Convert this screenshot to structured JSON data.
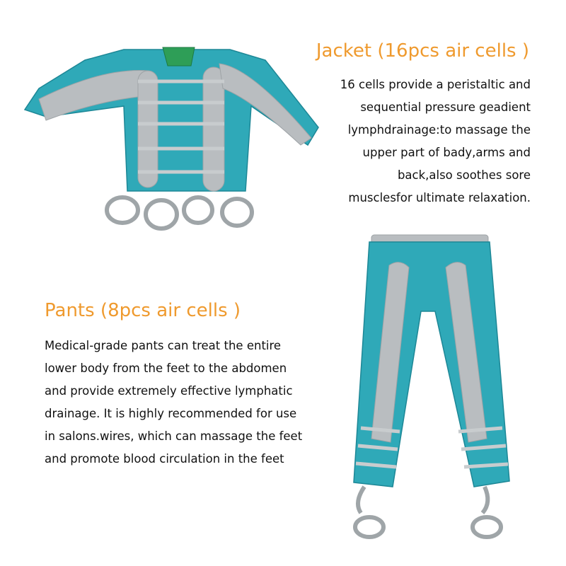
{
  "jacket": {
    "title": "Jacket (16pcs air cells )",
    "description_lines": [
      "16 cells provide a peristaltic and",
      "sequential pressure geadient",
      "lymphdrainage:to massage the",
      "upper part of bady,arms and",
      "back,also soothes sore",
      "musclesfor ultimate relaxation."
    ]
  },
  "pants": {
    "title": "Pants (8pcs air cells )",
    "description_lines": [
      "Medical-grade pants can treat the entire",
      "lower body from the feet to the abdomen",
      "and provide extremely effective lymphatic",
      "drainage. It is highly recommended for use",
      "in salons.wires, which can massage the feet",
      "and promote blood circulation in the feet"
    ]
  },
  "colors": {
    "accent": "#ef9a2e",
    "garment_teal": "#2fa9b8",
    "garment_gray": "#b9bdc0",
    "text": "#111111"
  }
}
